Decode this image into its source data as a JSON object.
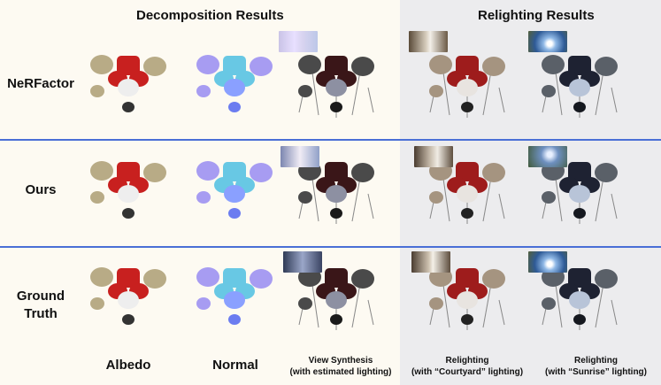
{
  "headers": {
    "left": "Decomposition Results",
    "right": "Relighting Results"
  },
  "rows": [
    {
      "label": "NeRFactor"
    },
    {
      "label": "Ours"
    },
    {
      "label": "Ground Truth"
    }
  ],
  "columns": [
    {
      "line1": "Albedo",
      "line2": ""
    },
    {
      "line1": "Normal",
      "line2": ""
    },
    {
      "line1": "View Synthesis",
      "line2": "(with estimated lighting)"
    },
    {
      "line1": "Relighting",
      "line2": "(with “Courtyard” lighting)"
    },
    {
      "line1": "Relighting",
      "line2": "(with “Sunrise” lighting)"
    }
  ],
  "colors": {
    "separator": "#4a6fd6",
    "left_bg": "#fdfaf2",
    "right_bg": "#ececee"
  },
  "cell_styles": {
    "albedo": {
      "cymbal": "#b8ab86",
      "shell": "#c8201f",
      "head": "#eeeeee",
      "dark": "#333333"
    },
    "normal": {
      "cymbal": "#a79cf2",
      "shell": "#68c8e4",
      "head": "#8aa0ff",
      "dark": "#6b7cf0"
    },
    "render": {
      "cymbal": "#4a4a4a",
      "shell": "#3a1618",
      "head": "#8d90a2",
      "dark": "#1a1a1a"
    },
    "courtyard": {
      "cymbal": "#a59480",
      "shell": "#9e1c1c",
      "head": "#e8e4e0",
      "dark": "#222222"
    },
    "sunrise": {
      "cymbal": "#5a6068",
      "shell": "#1e2232",
      "head": "#b8c4d8",
      "dark": "#15181f"
    }
  },
  "env_maps": {
    "estimated": "estimated-light-map",
    "courtyard": "courtyard-light-map",
    "sunrise": "sunrise-light-map"
  }
}
